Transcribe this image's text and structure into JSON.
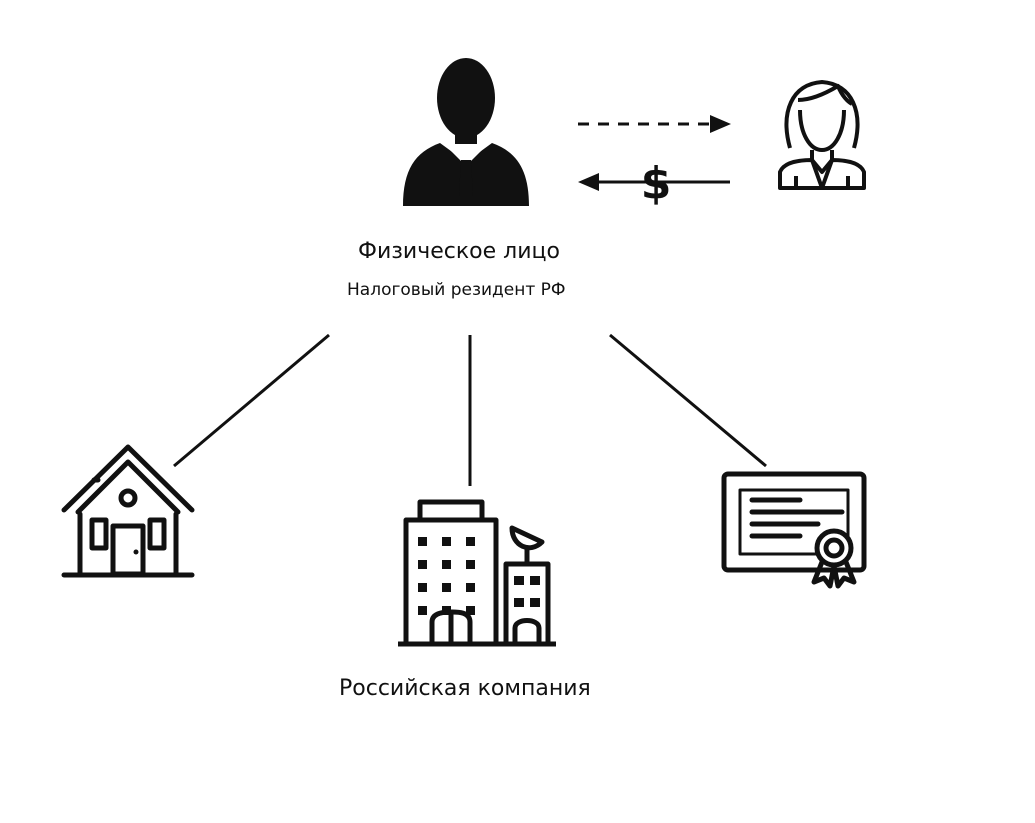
{
  "diagram": {
    "center_node": {
      "title": "Физическое лицо",
      "subtitle": "Налоговый резидент РФ",
      "icon": "businessman-icon"
    },
    "counterparty": {
      "icon": "woman-icon"
    },
    "money_symbol": "$",
    "links": [
      {
        "to": "house",
        "icon": "house-icon"
      },
      {
        "to": "company",
        "icon": "office-building-icon",
        "label": "Российская компания"
      },
      {
        "to": "certificate",
        "icon": "certificate-icon"
      }
    ],
    "colors": {
      "ink": "#111111",
      "background": "#ffffff"
    }
  }
}
